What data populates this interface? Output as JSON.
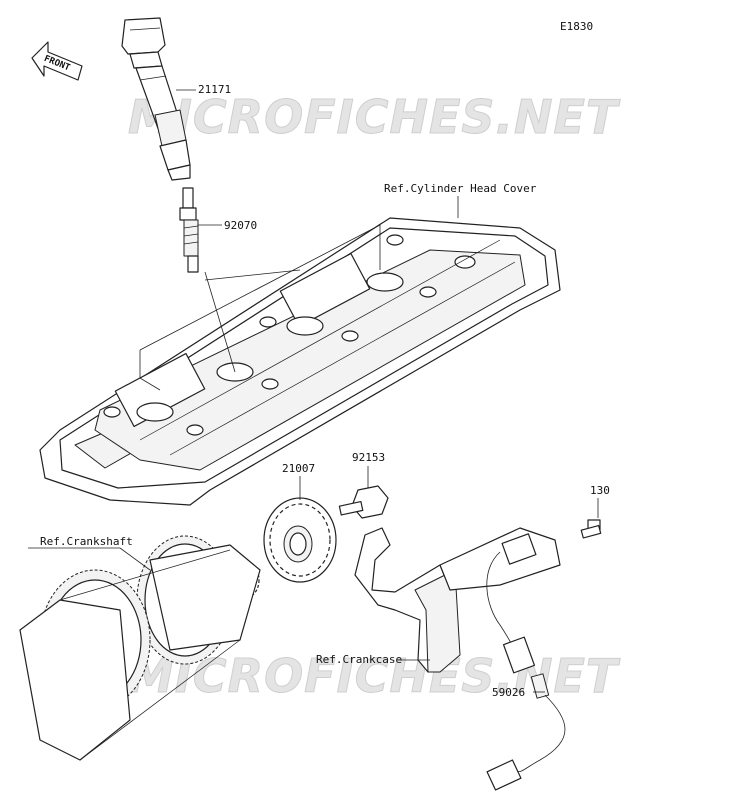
{
  "diagram": {
    "code": "E1830",
    "watermark": "MICROFICHES.NET",
    "front_arrow": "FRONT",
    "parts": {
      "ignition_coil": "21171",
      "spark_plug": "92070",
      "timing_rotor": "21007",
      "rotor_bolt": "92153",
      "sensor_bolt": "130",
      "crank_sensor": "59026"
    },
    "refs": {
      "cylinder_head_cover": "Ref.Cylinder Head Cover",
      "crankshaft": "Ref.Crankshaft",
      "crankcase": "Ref.Crankcase"
    }
  }
}
